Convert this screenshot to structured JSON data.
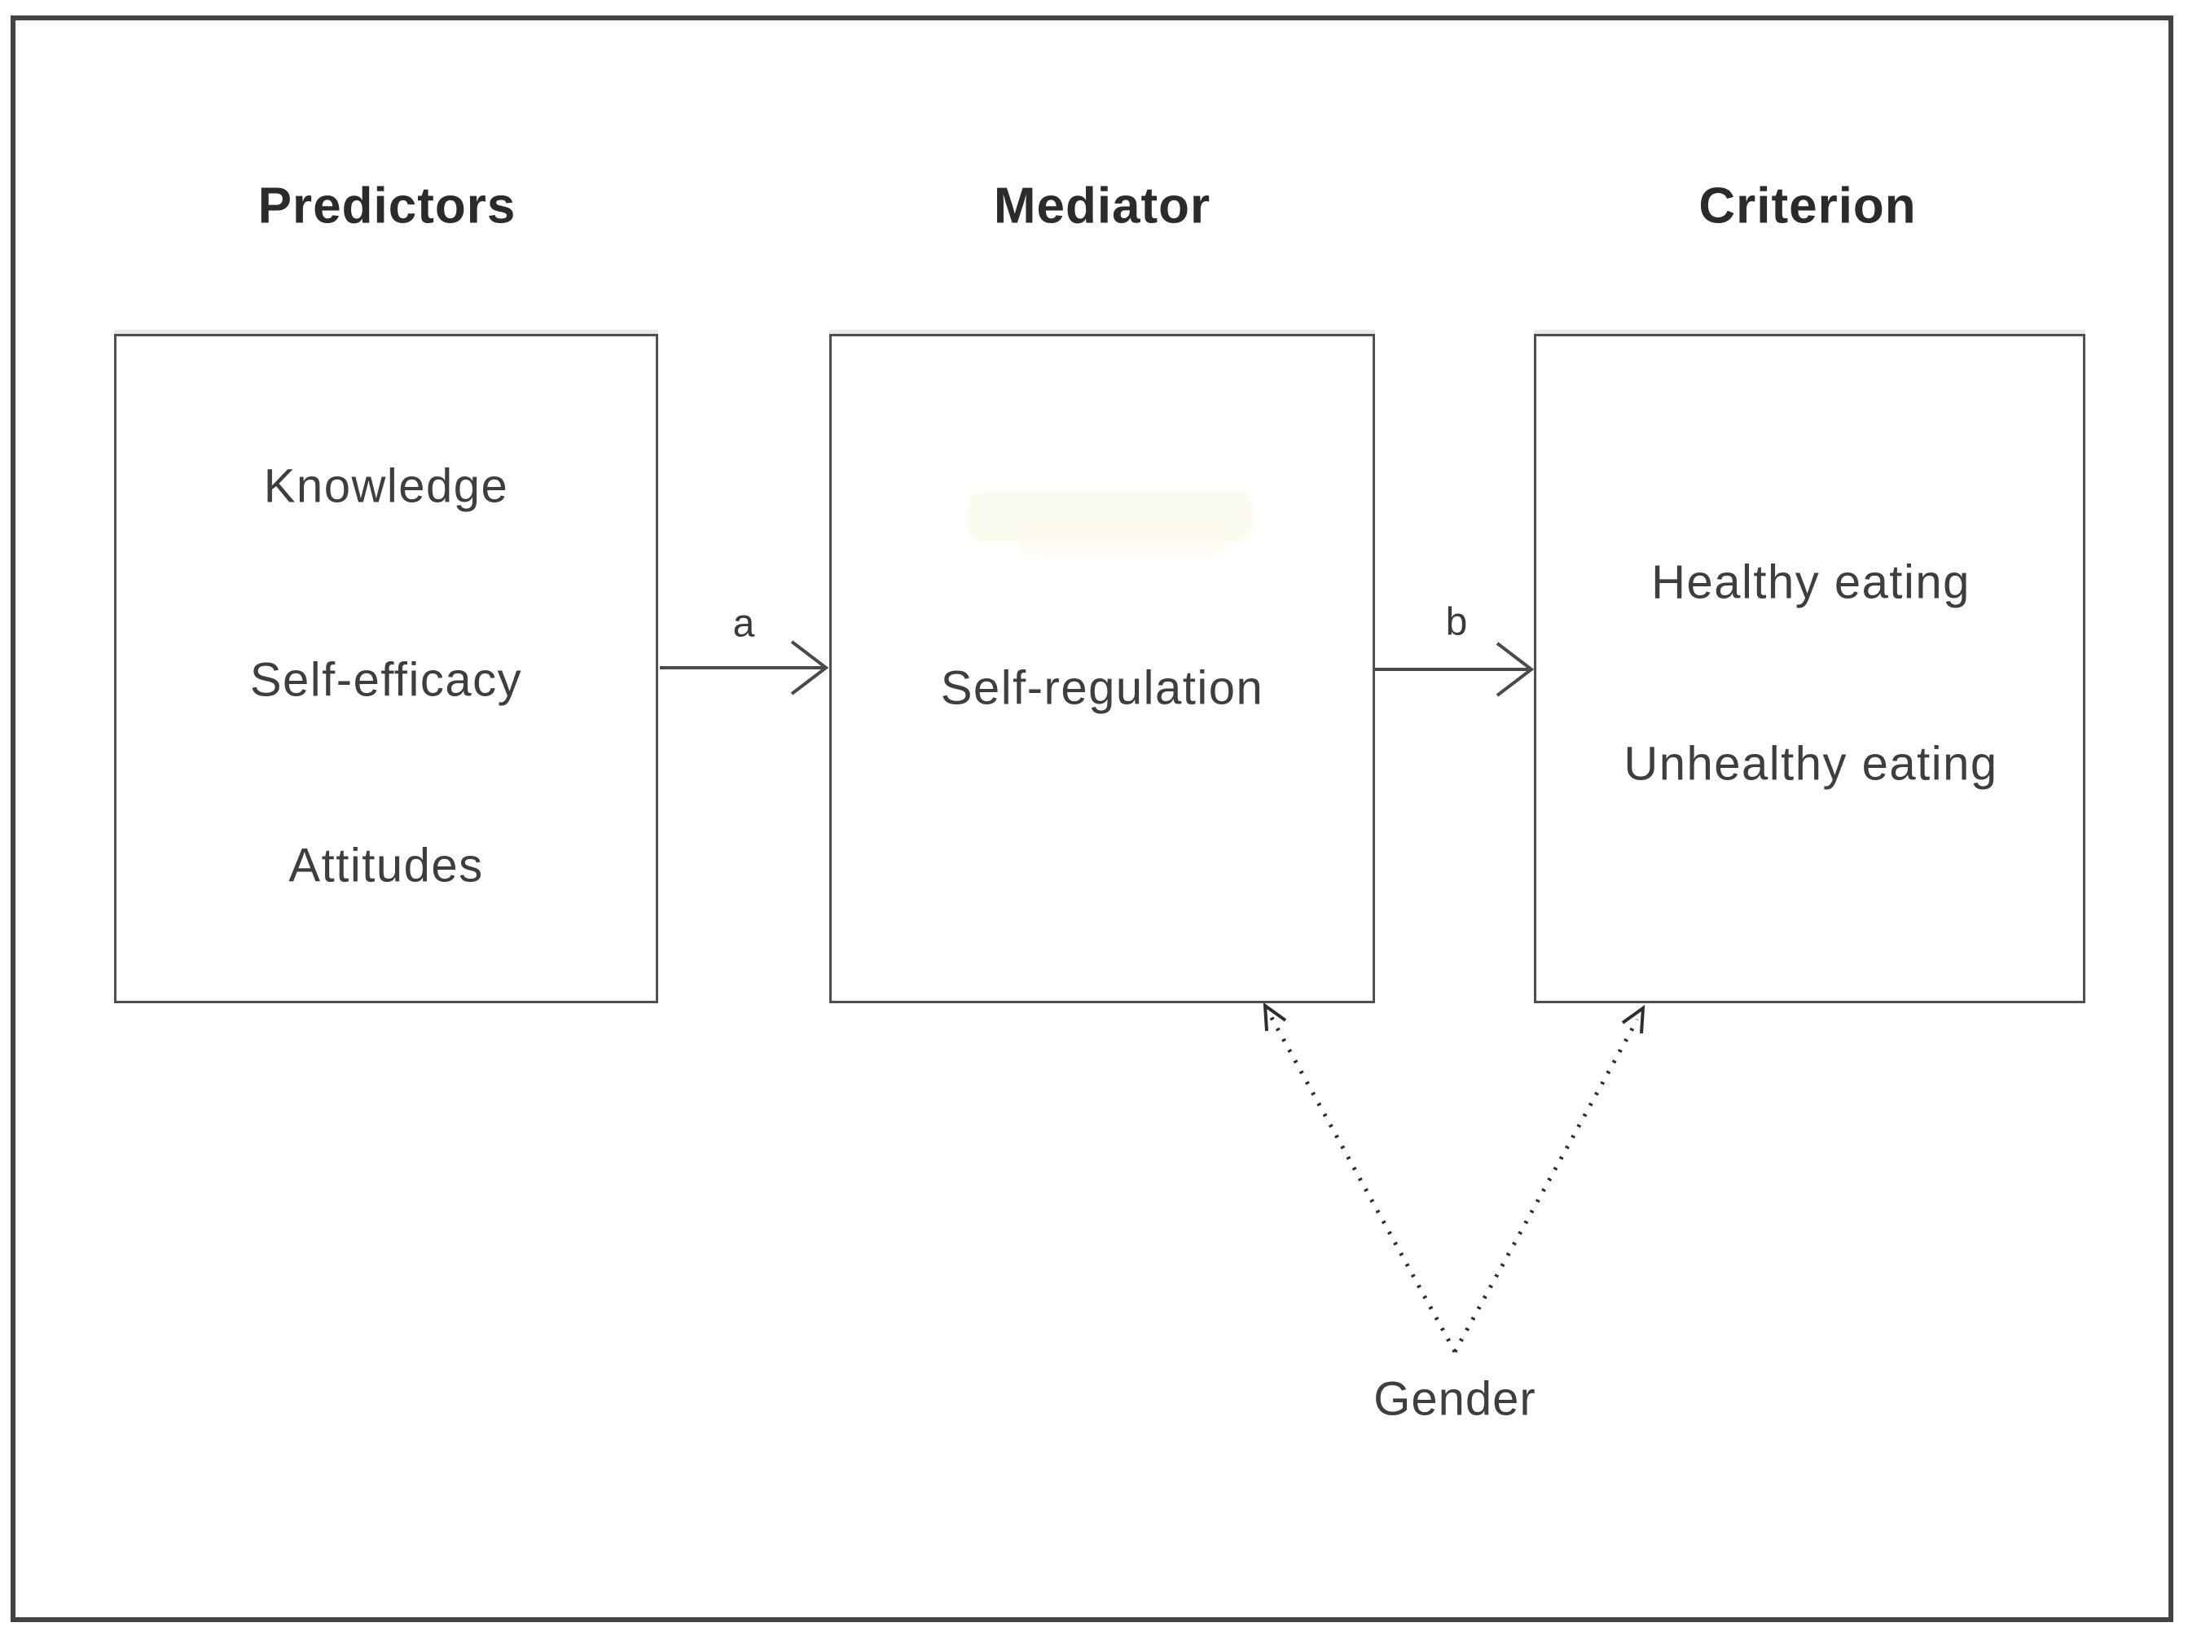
{
  "diagram": {
    "columns": [
      {
        "header": "Predictors",
        "items": [
          "Knowledge",
          "Self-efficacy",
          "Attitudes"
        ]
      },
      {
        "header": "Mediator",
        "items": [
          "Self-regulation"
        ]
      },
      {
        "header": "Criterion",
        "items": [
          "Healthy eating",
          "Unhealthy eating"
        ]
      }
    ],
    "path_labels": {
      "a": "a",
      "b": "b"
    },
    "moderator_label": "Gender",
    "colors": {
      "frame_border": "#434343",
      "box_border": "#4f4f4f",
      "header_text": "#2b2b2b",
      "body_text": "#3e3e3e",
      "arrow": "#4a4a4a",
      "dotted_arrow": "#2e2e2e",
      "background": "#fffffe",
      "erased_artifact": "#fcfaea"
    }
  }
}
